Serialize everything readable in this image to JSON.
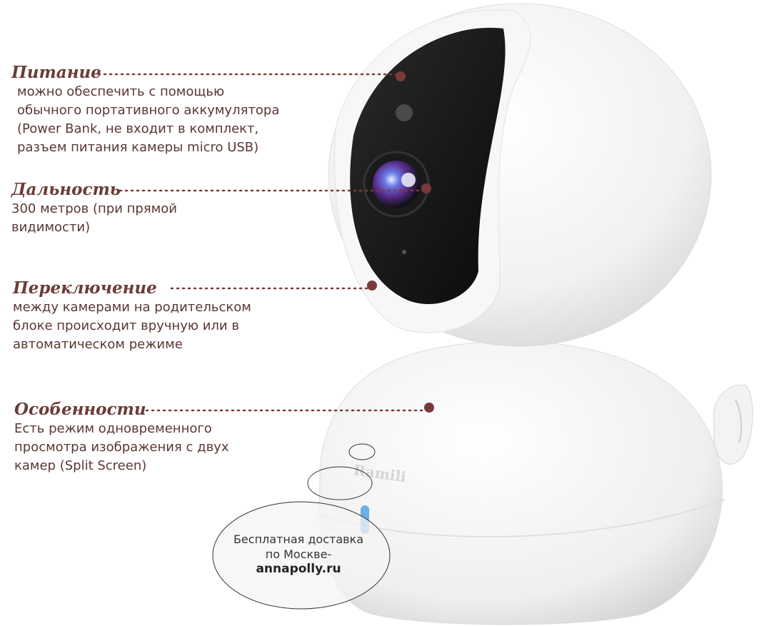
{
  "brand": "Ramili",
  "colors": {
    "accent": "#6b3b37",
    "dot": "#7a3a3a",
    "text": "#5a3734"
  },
  "features": [
    {
      "title": "Питание",
      "description": "можно обеспечить с помощью\nобычного портативного аккумулятора\n(Power Bank, не входит в комплект,\nразъем питания камеры micro USB)"
    },
    {
      "title": "Дальность",
      "description": "300 метров (при прямой\nвидимости)"
    },
    {
      "title": "Переключение",
      "description": "между камерами на родительском\nблоке происходит вручную или в\nавтоматическом режиме"
    },
    {
      "title": "Особенности",
      "description": "Есть режим одновременного\nпросмотра изображения с двух\nкамер (Split Screen)"
    }
  ],
  "delivery": {
    "line1": "Бесплатная доставка",
    "line2": "по Москве-",
    "site": "annapolly.ru"
  }
}
